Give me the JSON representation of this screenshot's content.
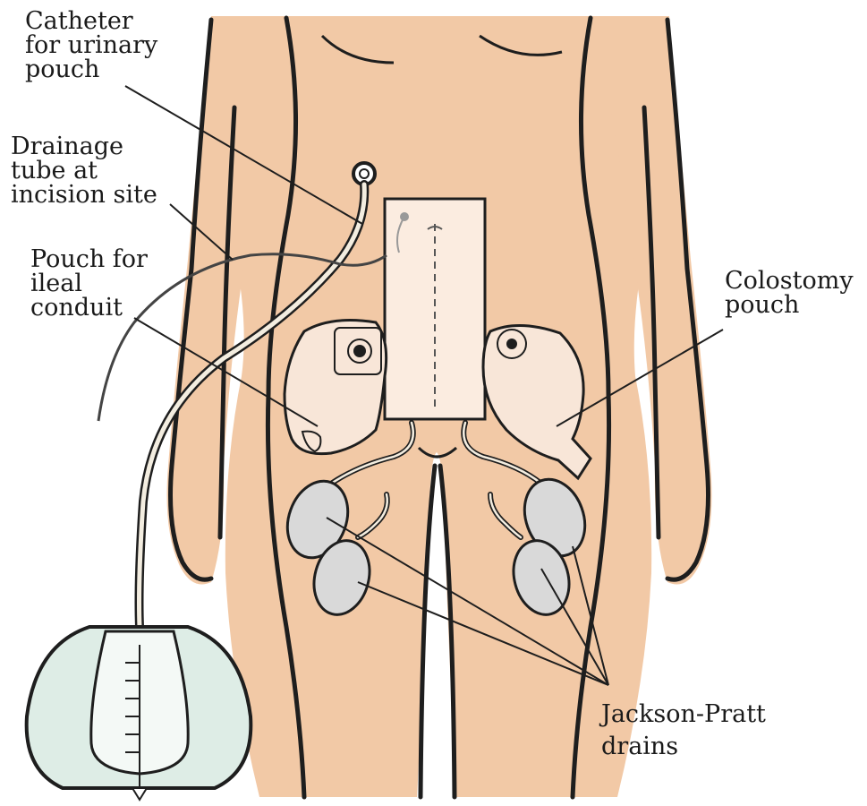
{
  "labels": {
    "catheter": [
      "Catheter",
      "for urinary",
      "pouch"
    ],
    "drainage_tube": [
      "Drainage",
      "tube at",
      "incision site"
    ],
    "ileal_pouch": [
      "Pouch for",
      "ileal",
      "conduit"
    ],
    "colostomy": [
      "Colostomy",
      "pouch"
    ],
    "jp_drains": [
      "Jackson-Pratt",
      "drains"
    ]
  },
  "colors": {
    "skin": "#f2c9a6",
    "skin_shadow": "#e9b892",
    "outline": "#1e1e1e",
    "dressing": "#fbece0",
    "pouch": "#f8e6d8",
    "bag": "#deede6",
    "bulb": "#d9d9d9",
    "tube": "#f3ede0"
  }
}
